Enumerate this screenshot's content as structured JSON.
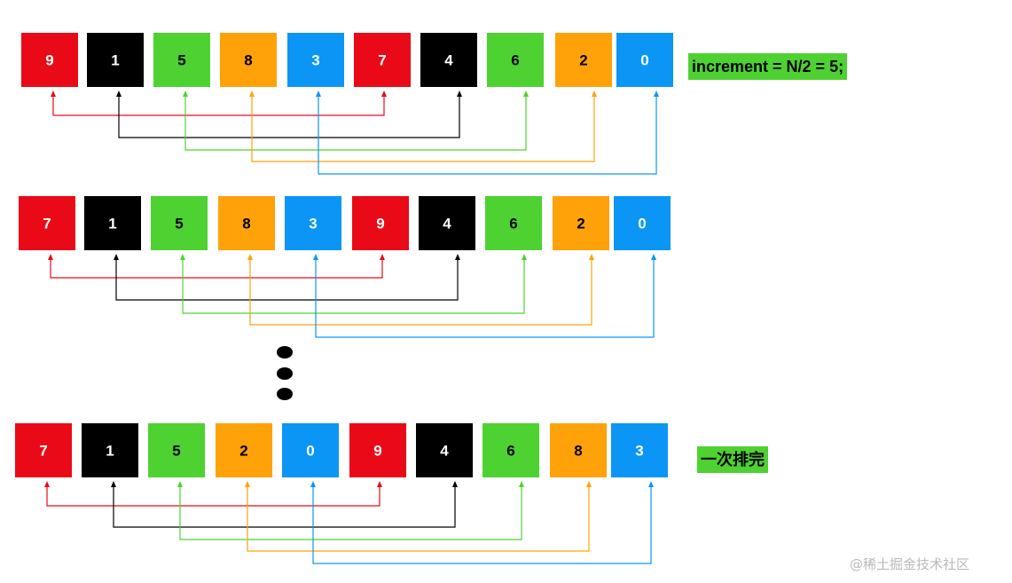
{
  "colors": {
    "red": "#ea0a17",
    "black": "#000000",
    "green": "#4ed232",
    "orange": "#ffa20a",
    "blue": "#0b96f5",
    "white": "#ffffff"
  },
  "rows": [
    {
      "cells": [
        {
          "value": "9",
          "color": "red"
        },
        {
          "value": "1",
          "color": "black"
        },
        {
          "value": "5",
          "color": "green"
        },
        {
          "value": "8",
          "color": "orange"
        },
        {
          "value": "3",
          "color": "blue"
        },
        {
          "value": "7",
          "color": "red"
        },
        {
          "value": "4",
          "color": "black"
        },
        {
          "value": "6",
          "color": "green"
        },
        {
          "value": "2",
          "color": "orange"
        },
        {
          "value": "0",
          "color": "blue"
        }
      ]
    },
    {
      "cells": [
        {
          "value": "7",
          "color": "red"
        },
        {
          "value": "1",
          "color": "black"
        },
        {
          "value": "5",
          "color": "green"
        },
        {
          "value": "8",
          "color": "orange"
        },
        {
          "value": "3",
          "color": "blue"
        },
        {
          "value": "9",
          "color": "red"
        },
        {
          "value": "4",
          "color": "black"
        },
        {
          "value": "6",
          "color": "green"
        },
        {
          "value": "2",
          "color": "orange"
        },
        {
          "value": "0",
          "color": "blue"
        }
      ]
    },
    {
      "cells": [
        {
          "value": "7",
          "color": "red"
        },
        {
          "value": "1",
          "color": "black"
        },
        {
          "value": "5",
          "color": "green"
        },
        {
          "value": "2",
          "color": "orange"
        },
        {
          "value": "0",
          "color": "blue"
        },
        {
          "value": "9",
          "color": "red"
        },
        {
          "value": "4",
          "color": "black"
        },
        {
          "value": "6",
          "color": "green"
        },
        {
          "value": "8",
          "color": "orange"
        },
        {
          "value": "3",
          "color": "blue"
        }
      ]
    }
  ],
  "labels": {
    "increment": "increment = N/2 = 5;",
    "done": "一次排完"
  },
  "watermark": "@稀土掘金技术社区"
}
